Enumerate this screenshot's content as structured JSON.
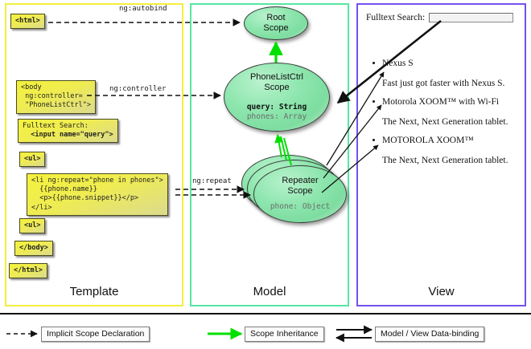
{
  "panels": {
    "template": {
      "label": "Template",
      "border_color": "#f2ef3f"
    },
    "model": {
      "label": "Model",
      "border_color": "#57e6a2"
    },
    "view": {
      "label": "View",
      "border_color": "#7352f0"
    }
  },
  "template": {
    "boxes": {
      "html_open": "<html>",
      "body_open": "<body\n ng:controller=\n \"PhoneListCtrl\">",
      "search_label": "Fulltext Search:",
      "search_input": "  <input name=\"query\">",
      "ul_open": "<ul>",
      "li_block": "<li ng:repeat=\"phone in phones\">\n  {{phone.name}}\n  <p>{{phone.snippet}}</p>\n</li>",
      "ul_close": "<ul>",
      "body_close": "</body>",
      "html_close": "</html>"
    }
  },
  "arrow_labels": {
    "autobind": "ng:autobind",
    "controller": "ng:controller",
    "repeat": "ng:repeat"
  },
  "model": {
    "root_scope": {
      "title_line1": "Root",
      "title_line2": "Scope"
    },
    "ctrl_scope": {
      "title_line1": "PhoneListCtrl",
      "title_line2": "Scope",
      "member1": "query: String",
      "member2": "phones: Array"
    },
    "repeater_scope": {
      "title_line1": "Repeater",
      "title_line2": "Scope",
      "member1": "phone: Object"
    }
  },
  "view": {
    "search_label": "Fulltext Search:",
    "search_value": "",
    "search_placeholder": "",
    "phones": [
      {
        "name": "Nexus S",
        "snippet": "Fast just got faster with Nexus S."
      },
      {
        "name": "Motorola XOOM™  with Wi-Fi",
        "snippet": "The Next, Next Generation tablet."
      },
      {
        "name": "MOTOROLA XOOM™",
        "snippet": "The Next, Next Generation tablet."
      }
    ]
  },
  "legend": {
    "items": [
      {
        "label": "Implicit Scope Declaration",
        "style": "dashed-black-arrow"
      },
      {
        "label": "Scope Inheritance",
        "style": "solid-green-arrow"
      },
      {
        "label": "Model / View Data-binding",
        "style": "double-black-arrow"
      }
    ]
  },
  "colors": {
    "code_box_fill": "#f2ef3f",
    "scope_fill": "#8ee6ae",
    "inheritance_arrow": "#00e000",
    "declaration_arrow": "#111111"
  }
}
